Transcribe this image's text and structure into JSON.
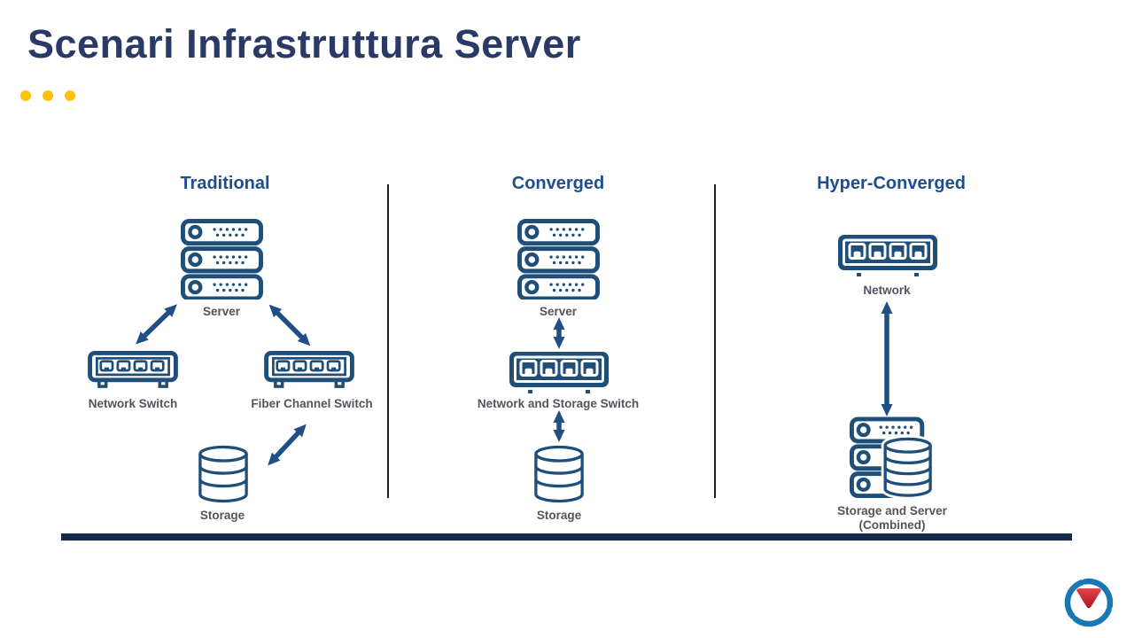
{
  "slide": {
    "title": "Scenari Infrastruttura Server"
  },
  "columns": [
    {
      "header": "Traditional",
      "labels": {
        "server": "Server",
        "network_switch": "Network Switch",
        "fiber_channel_switch": "Fiber Channel Switch",
        "storage": "Storage"
      }
    },
    {
      "header": "Converged",
      "labels": {
        "server": "Server",
        "switch": "Network and Storage Switch",
        "storage": "Storage"
      }
    },
    {
      "header": "Hyper-Converged",
      "labels": {
        "network": "Network",
        "combined_line1": "Storage and Server",
        "combined_line2": "(Combined)"
      }
    }
  ],
  "colors": {
    "title_text": "#2A3A66",
    "column_header": "#1F4E8C",
    "diagram_icon": "#1F4E79",
    "node_label": "#54545C",
    "accent_dot": "#FFC10A",
    "bottom_rule": "#13294B",
    "logo_blue": "#1878B4",
    "logo_red": "#C8161E"
  }
}
